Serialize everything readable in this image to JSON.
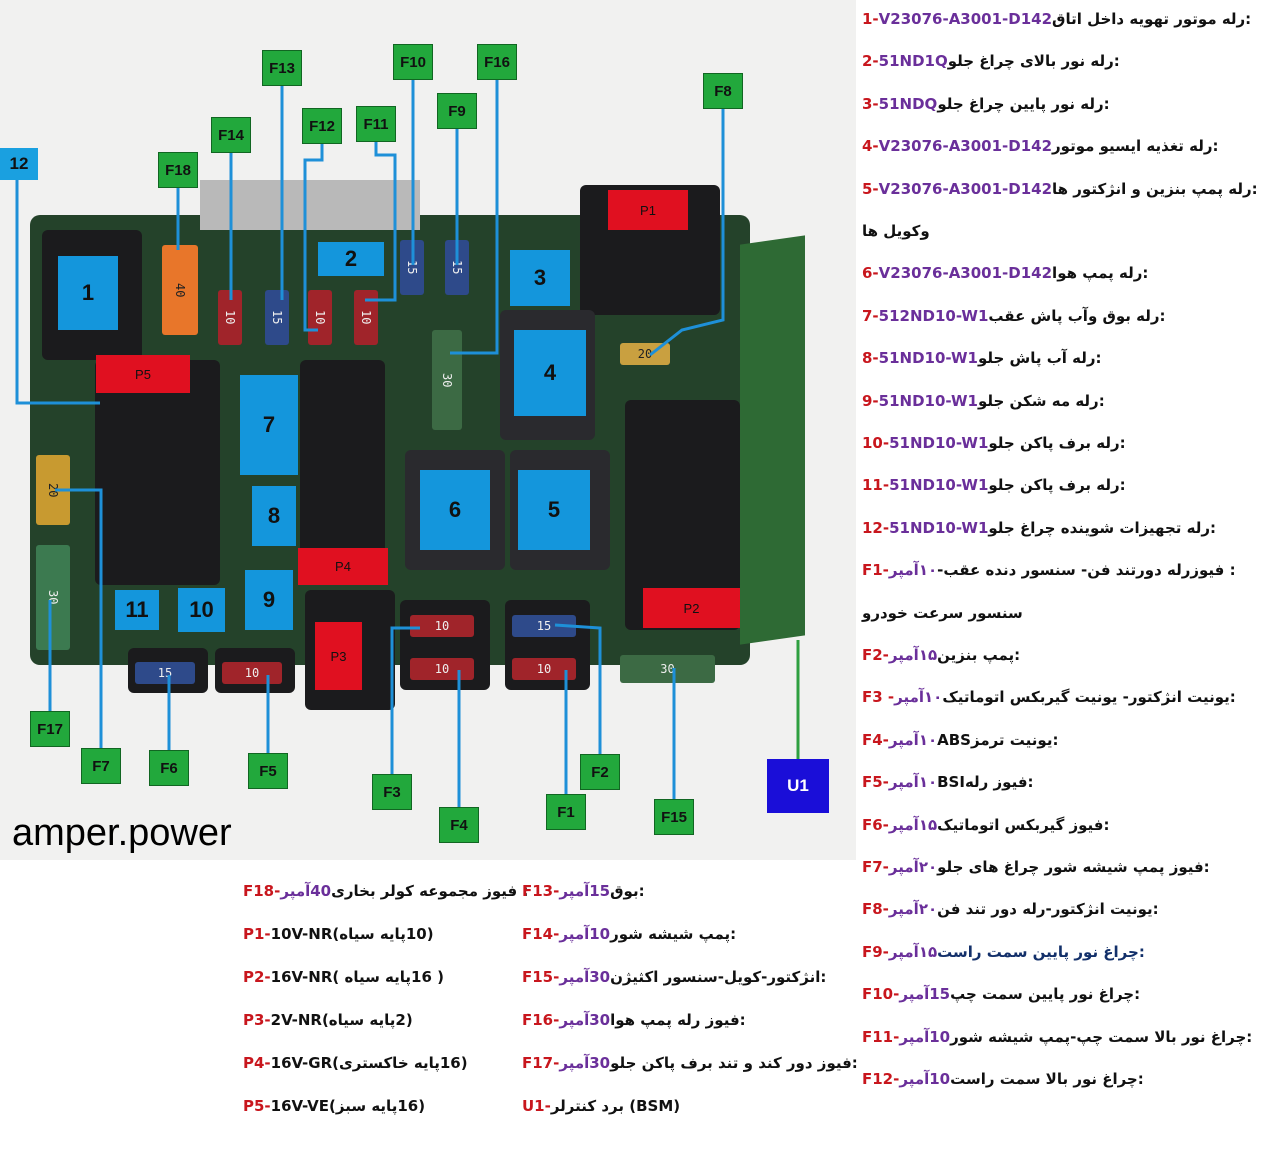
{
  "brand": "amper.power",
  "relays": [
    "1",
    "2",
    "3",
    "4",
    "5",
    "6",
    "7",
    "8",
    "9",
    "10",
    "11"
  ],
  "blue_label_12": "12",
  "connectors": {
    "P1": "P1",
    "P2": "P2",
    "P3": "P3",
    "P4": "P4",
    "P5": "P5"
  },
  "fuse_labels": {
    "F1": "F1",
    "F2": "F2",
    "F3": "F3",
    "F4": "F4",
    "F5": "F5",
    "F6": "F6",
    "F7": "F7",
    "F8": "F8",
    "F9": "F9",
    "F10": "F10",
    "F11": "F11",
    "F12": "F12",
    "F13": "F13",
    "F14": "F14",
    "F15": "F15",
    "F16": "F16",
    "F17": "F17",
    "F18": "F18"
  },
  "unit_label": "U1",
  "fuse_ratings": {
    "f18": "40",
    "f14": "10",
    "f13": "15",
    "f12": "10",
    "f11": "10",
    "f10": "15",
    "f9": "15",
    "f16": "30",
    "f8": "20",
    "f7": "20",
    "f17": "30",
    "f6": "15",
    "f5": "10",
    "f3": "10",
    "f4": "10",
    "f2": "15",
    "f1": "10",
    "f15": "30"
  },
  "legend_right": [
    {
      "id": "1-",
      "part": "V23076-A3001-D142",
      "desc": ":رله موتور تهویه داخل اتاق"
    },
    {
      "id": "2-",
      "part": "51ND1Q",
      "desc": ":رله نور بالای چراغ جلو"
    },
    {
      "id": "3-",
      "part": "51NDQ",
      "desc": ":رله نور پایین چراغ جلو"
    },
    {
      "id": "4-",
      "part": "V23076-A3001-D142",
      "desc": ":رله تغذیه ایسیو موتور"
    },
    {
      "id": "5-",
      "part": "V23076-A3001-D142",
      "desc": " :رله پمپ بنزین و انژکتور ها"
    },
    {
      "id": "",
      "part": "",
      "desc": "وکویل ها"
    },
    {
      "id": "6-",
      "part": "V23076-A3001-D142",
      "desc": ":رله پمپ هوا"
    },
    {
      "id": "7-",
      "part": "512ND10-W1",
      "desc": ":رله بوق وآب پاش عقب"
    },
    {
      "id": "8-",
      "part": "51ND10-W1",
      "desc": ":رله آب پاش جلو"
    },
    {
      "id": "9-",
      "part": "51ND10-W1",
      "desc": ":رله مه شکن جلو"
    },
    {
      "id": "10-",
      "part": "51ND10-W1",
      "desc": ":رله برف پاکن جلو"
    },
    {
      "id": "11-",
      "part": "51ND10-W1",
      "desc": ":رله برف پاکن جلو"
    },
    {
      "id": "12-",
      "part": "51ND10-W1",
      "desc": " :رله تجهیزات شوینده چراغ جلو"
    },
    {
      "id": "F1-",
      "part": " ۱۰آمپر",
      "desc": ": فیوزرله دورتند فن- سنسور دنده عقب- "
    },
    {
      "id": "",
      "part": "",
      "desc": "سنسور سرعت خودرو"
    },
    {
      "id": "F2-",
      "part": " ۱۵آمپر",
      "desc": ":پمپ بنزین"
    },
    {
      "id": "F3 -",
      "part": "۱۰آمپر",
      "desc": ":یونیت انژکتور- یونیت گیربکس اتوماتیک"
    },
    {
      "id": "F4-",
      "part": " ۱۰آمپر",
      "desc": " :یونیت ترمزABS"
    },
    {
      "id": "F5-",
      "part": "۱۰آمپر",
      "desc": ":فیوز رلهBSI"
    },
    {
      "id": "F6-",
      "part": "۱۵آمپر",
      "desc": ":فیوز گیربکس اتوماتیک"
    },
    {
      "id": "F7-",
      "part": "۲۰آمپر",
      "desc": ":فیوز پمپ شیشه شور چراغ های جلو"
    },
    {
      "id": "F8-",
      "part": "۲۰آمپر",
      "desc": ":یونیت انژکتور-رله دور تند فن"
    },
    {
      "id": "F9-",
      "part": "۱۵آمپر",
      "desc": ":چراغ نور پایین سمت راست"
    },
    {
      "id": "F10-",
      "part": "15آمپر",
      "desc": ":چراغ نور پایین سمت چپ"
    },
    {
      "id": "F11-",
      "part": "10آمپر",
      "desc": ":چراغ نور بالا سمت چپ-پمپ شیشه شور"
    },
    {
      "id": "F12-",
      "part": "10آمپر",
      "desc": ":چراغ نور بالا سمت راست"
    }
  ],
  "legend_bottom_left": [
    {
      "id": "F18-",
      "part": "40آمپر",
      "desc": ": فیوز مجموعه کولر بخاری"
    },
    {
      "id": "P1-",
      "part": "",
      "desc": "(10پایه سیاه)10V-NR"
    },
    {
      "id": "P2-",
      "part": "",
      "desc": "( 16پایه سیاه )16V-NR"
    },
    {
      "id": "P3-",
      "part": "",
      "desc": "(2پایه سیاه)2V-NR"
    },
    {
      "id": "P4-",
      "part": "",
      "desc": "(16پایه خاکستری)16V-GR"
    },
    {
      "id": "P5-",
      "part": "",
      "desc": "(16پایه سبز)16V-VE"
    }
  ],
  "legend_bottom_mid": [
    {
      "id": "F13-",
      "part": "15آمپر",
      "desc": ":بوق"
    },
    {
      "id": "F14-",
      "part": "10آمپر",
      "desc": ":پمپ شیشه شور"
    },
    {
      "id": "F15-",
      "part": "30آمپر",
      "desc": ":انژکتور-کویل-سنسور اکثیژن"
    },
    {
      "id": "F16-",
      "part": "30آمپر",
      "desc": ":فیوز رله پمپ هوا"
    },
    {
      "id": "F17-",
      "part": "30آمپر",
      "desc": ":فیوز دور کند و تند برف پاکن جلو"
    },
    {
      "id": "U1-",
      "part": "",
      "desc": "(BSM) برد کنترلر"
    }
  ]
}
